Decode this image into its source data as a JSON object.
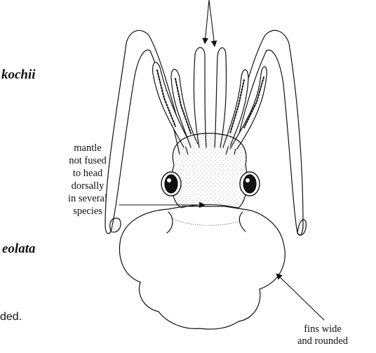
{
  "fragments": {
    "species_top": "kochii",
    "species_bottom": "eolata",
    "caption_tail": "ded."
  },
  "labels": {
    "mantle": [
      "mantle",
      "not fused",
      "to head",
      "dorsally",
      "in several",
      "species"
    ],
    "fins": [
      "fins wide",
      "and rounded"
    ]
  },
  "colors": {
    "ink": "#111111",
    "stipple": "#555555"
  }
}
